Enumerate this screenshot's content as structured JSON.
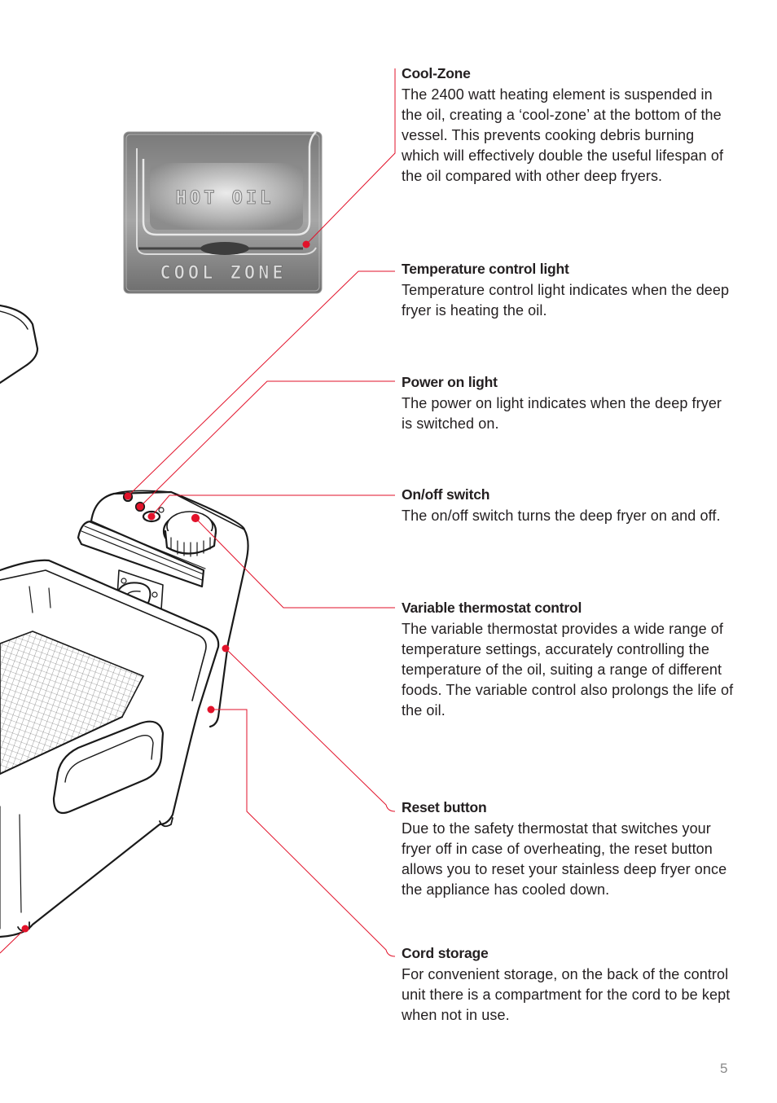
{
  "cool_zone_graphic": {
    "hot_oil_label": "HOT OIL",
    "cool_zone_label": "COOL ZONE"
  },
  "features": [
    {
      "title": "Cool-Zone",
      "description": "The 2400 watt heating element is suspended in the oil, creating a ‘cool-zone’ at the bottom of the vessel. This prevents cooking debris burning which will effectively double the useful lifespan of the oil compared with other deep fryers."
    },
    {
      "title": "Temperature control light",
      "description": "Temperature control light indicates when the deep fryer is heating the oil."
    },
    {
      "title": "Power on light",
      "description": "The power on light indicates when the deep fryer is switched on."
    },
    {
      "title": "On/off switch",
      "description": "The on/off switch turns the deep fryer on and off."
    },
    {
      "title": "Variable thermostat control",
      "description": "The variable thermostat provides a wide range of temperature settings, accurately controlling the temperature of the oil, suiting a range of different foods. The variable control also prolongs the life of the oil."
    },
    {
      "title": "Reset button",
      "description": "Due to the safety thermostat that switches your fryer off in case of overheating, the reset button allows you to reset your stainless deep fryer once the appliance has cooled down."
    },
    {
      "title": "Cord storage",
      "description": "For convenient storage, on the back of the control unit there is a compartment for the cord to be kept when not in use."
    }
  ],
  "page_number": "5",
  "colors": {
    "callout_red": "#e2122a",
    "text": "#231f20",
    "graphic_grey": "#8c8c8c"
  }
}
